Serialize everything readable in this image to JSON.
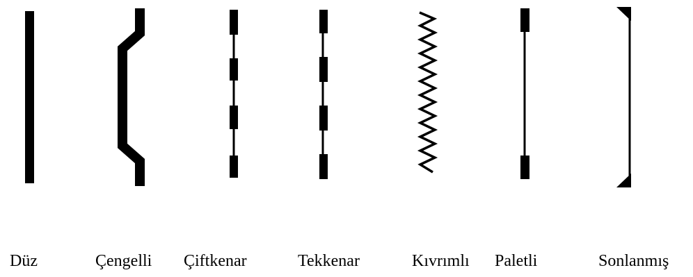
{
  "figure": {
    "ink_color": "#000000",
    "background_color": "#ffffff",
    "items": [
      {
        "id": "duz",
        "label": "Düz",
        "shape": "solid-straight-bar"
      },
      {
        "id": "cengelli",
        "label": "Çengelli",
        "shape": "hooked-bent-bar"
      },
      {
        "id": "ciftkenar",
        "label": "Çiftkenar",
        "shape": "double-edge-bar-with-thin-joints"
      },
      {
        "id": "tekkenar",
        "label": "Tekkenar",
        "shape": "single-edge-bar-with-thin-joints"
      },
      {
        "id": "kivrimli",
        "label": "Kıvrımlı",
        "shape": "zigzag-wire"
      },
      {
        "id": "paletli",
        "label": "Paletli",
        "shape": "thin-wire-with-end-paddles"
      },
      {
        "id": "sonlanmis",
        "label": "Sonlanmış",
        "shape": "thin-wire-with-triangular-ends"
      }
    ]
  }
}
